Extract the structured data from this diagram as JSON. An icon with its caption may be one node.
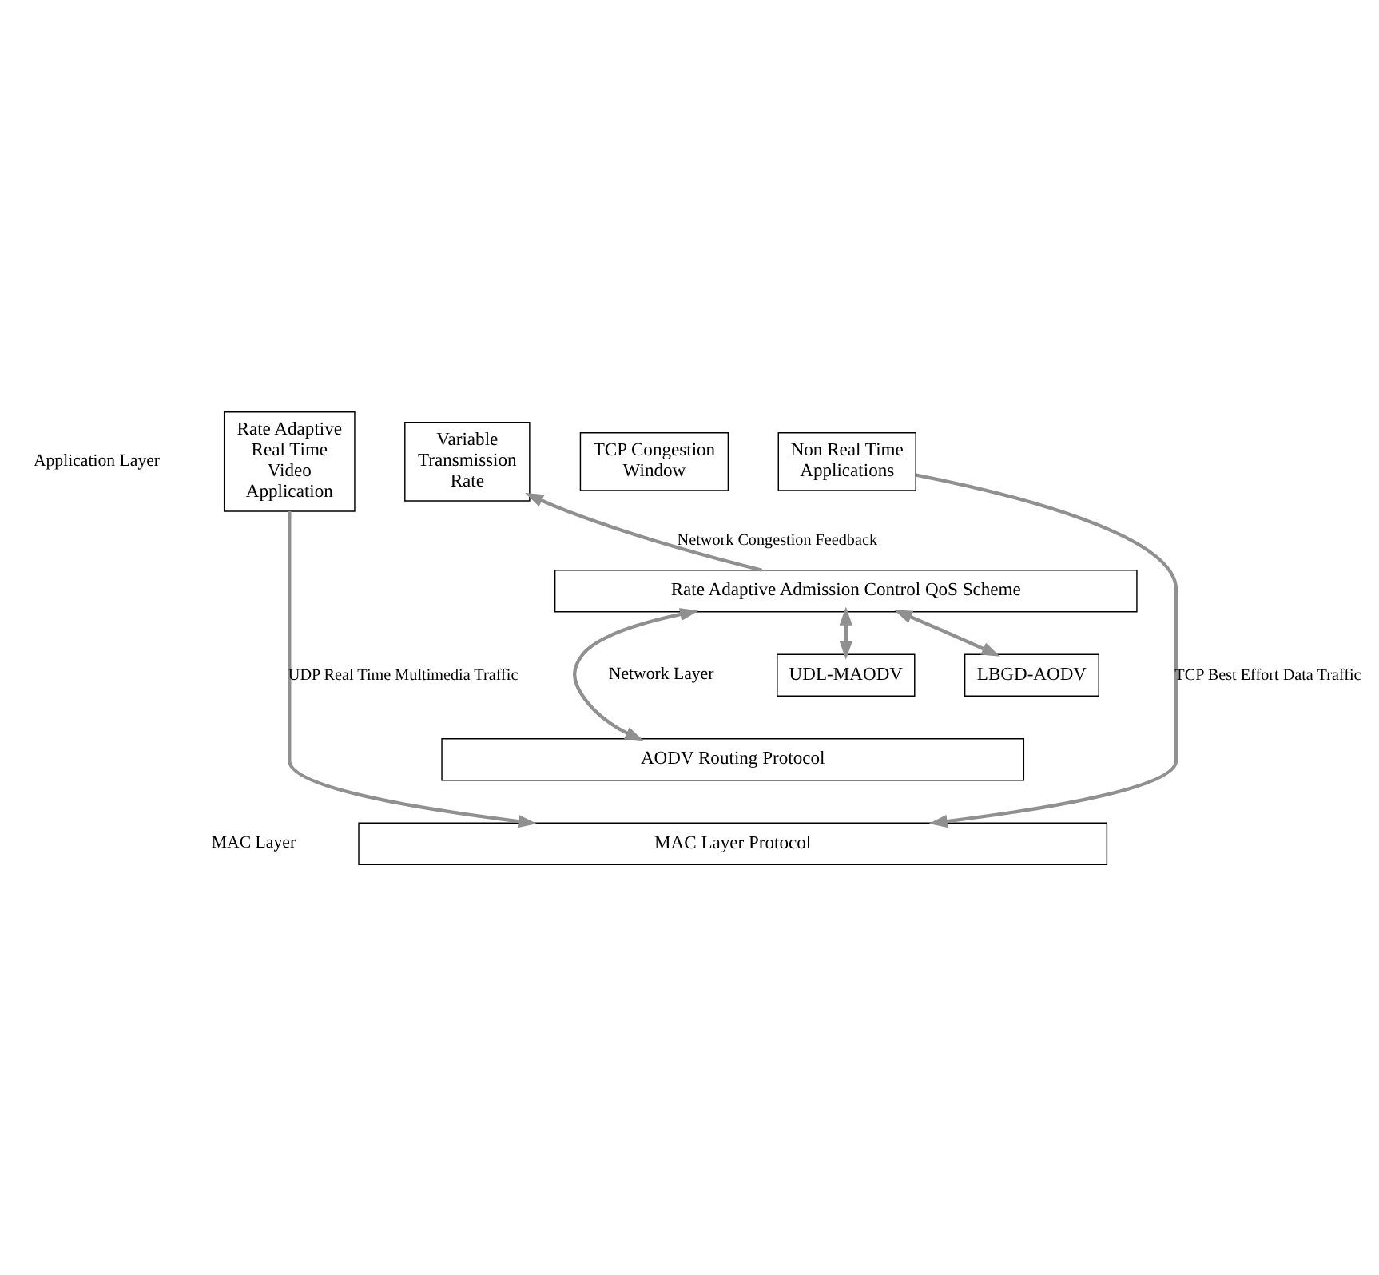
{
  "diagram": {
    "nodes": [
      {
        "text": [
          "Rate Adaptive Real Time Video Application"
        ]
      },
      {
        "text": [
          "Variable Transmission Rate"
        ]
      },
      {
        "text": [
          "TCP Congestion Window"
        ]
      },
      {
        "text": [
          "Non Real Time Applications"
        ]
      },
      {
        "text": [
          "Rate Adaptive Admission Control QoS Scheme"
        ]
      },
      {
        "text": [
          "UDL-MAODV"
        ]
      },
      {
        "text": [
          "LBGD-AODV"
        ]
      },
      {
        "text": [
          "AODV Routing Protocol"
        ]
      },
      {
        "text": [
          "MAC Layer Protocol"
        ]
      }
    ],
    "edges": [
      {
        "from": 0,
        "to": 8,
        "arrow": "to",
        "label": "UDP Real Time Multimedia Traffic"
      },
      {
        "from": 4,
        "to": 1,
        "arrow": "to",
        "label": "Network Congestion Feedback"
      },
      {
        "from": 4,
        "to": 5,
        "arrow": "both"
      },
      {
        "from": 4,
        "to": 7,
        "arrow": "both"
      },
      {
        "from": 4,
        "to": 6,
        "arrow": "both"
      },
      {
        "from": 3,
        "to": 8,
        "arrow": "to",
        "label": "TCP Best Effort Data Traffic"
      }
    ],
    "labels": [
      "Application Layer",
      "Network Layer",
      "MAC Layer"
    ]
  }
}
